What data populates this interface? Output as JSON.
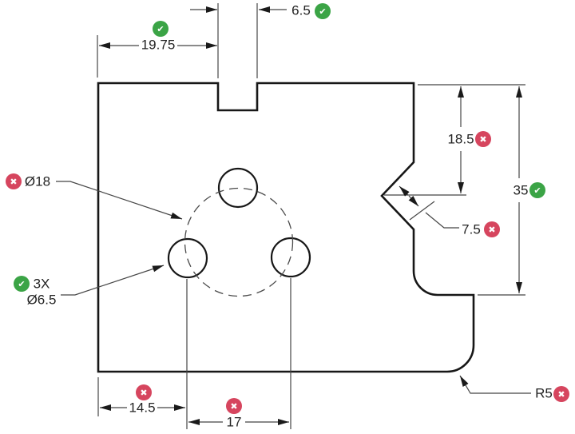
{
  "page": {
    "type": "engineering-part-drawing-with-dimension-checks",
    "background": "#ffffff"
  },
  "icons": {
    "pass": "✔",
    "fail": "✖"
  },
  "colors": {
    "pass_badge": "#3BA446",
    "fail_badge": "#D6455E",
    "outline": "#171717",
    "annotation_line": "#454545",
    "text": "#242424"
  },
  "dims": {
    "slot_width": "6.5",
    "slot_position": "19.75",
    "notch_depth": "18.5",
    "overall_height": "35",
    "chamfer": "7.5",
    "bolt_circle": "Ø18",
    "hole_count": "3X",
    "hole_diameter": "Ø6.5",
    "hole_offset": "14.5",
    "hole_spacing": "17",
    "corner_radius": "R5"
  },
  "checks": {
    "slot_width": "pass",
    "slot_position": "pass",
    "notch_depth": "fail",
    "overall_height": "pass",
    "chamfer": "fail",
    "bolt_circle": "fail",
    "holes": "pass",
    "hole_offset": "fail",
    "hole_spacing": "fail",
    "corner_radius": "fail"
  }
}
